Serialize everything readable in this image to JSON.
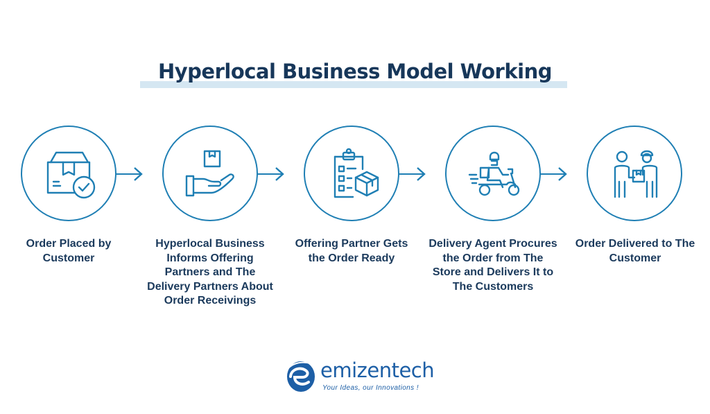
{
  "title": "Hyperlocal Business Model Working",
  "steps": [
    {
      "label": "Order Placed by Customer",
      "icon": "box-check-icon"
    },
    {
      "label": "Hyperlocal Business Informs Offering Partners and The Delivery Partners About Order Receivings",
      "icon": "hand-package-icon"
    },
    {
      "label": "Offering Partner Gets the Order Ready",
      "icon": "clipboard-box-icon"
    },
    {
      "label": "Delivery Agent Procures the Order from The Store and Delivers It to The Customers",
      "icon": "scooter-rider-icon"
    },
    {
      "label": "Order Delivered to The Customer",
      "icon": "handover-people-icon"
    }
  ],
  "brand": {
    "name": "emizentech",
    "tagline": "Your Ideas, our Innovations !"
  },
  "colors": {
    "accent": "#1f7fb4",
    "title": "#17375a",
    "text": "#1b3a5c",
    "highlight": "#d5e7f2"
  }
}
